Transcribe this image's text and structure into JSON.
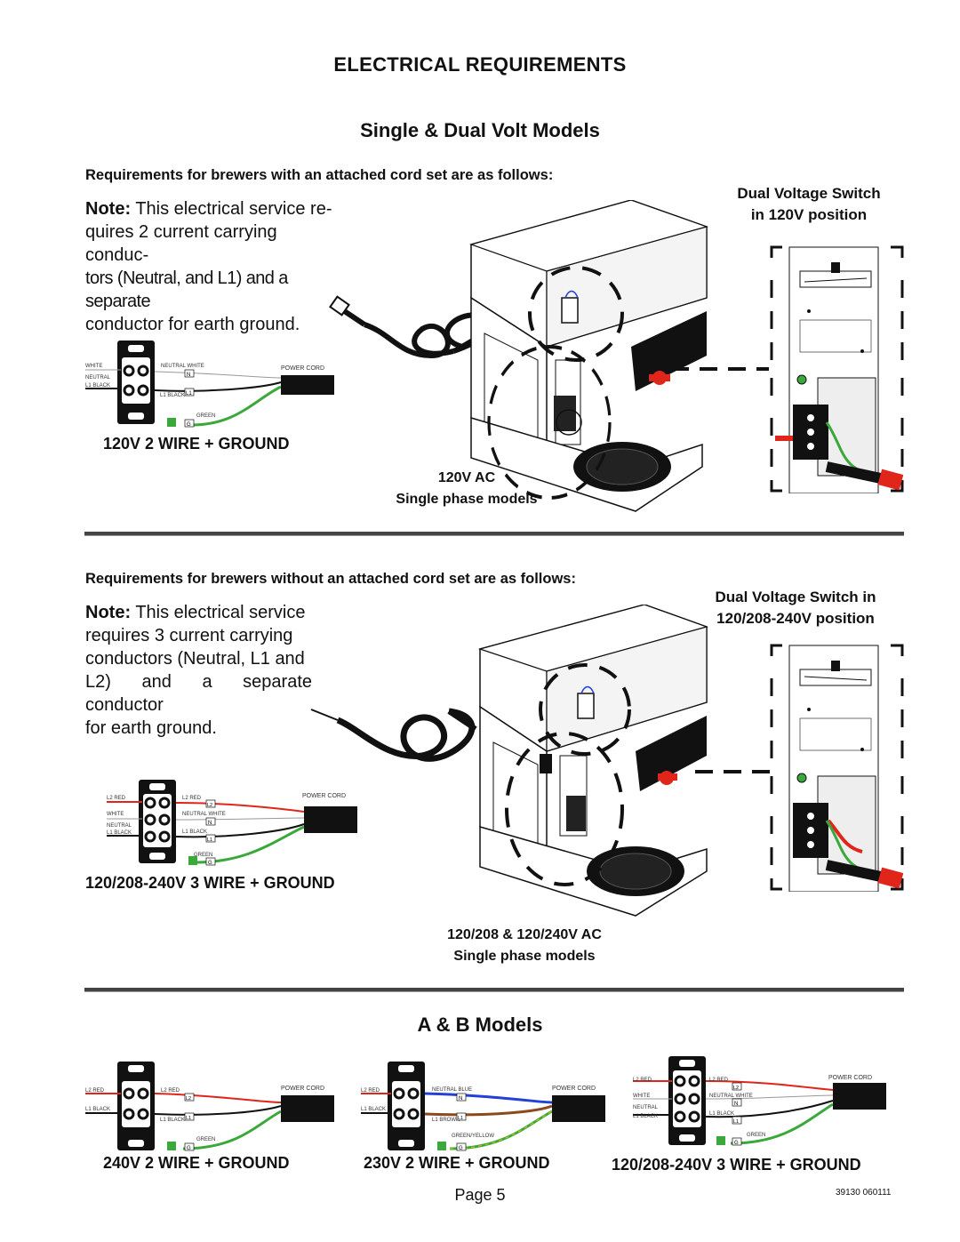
{
  "header": {
    "title": "ELECTRICAL REQUIREMENTS",
    "subtitle": "Single & Dual Volt Models"
  },
  "section1": {
    "requirement": "Requirements for brewers with an attached cord set are as follows:",
    "note_label": "Note:",
    "note_lines": [
      "This electrical service re-",
      "quires 2 current carrying conduc-",
      "tors (Neutral, and L1) and a separate",
      "conductor for earth ground."
    ],
    "wiring_title": "120V 2 WIRE + GROUND",
    "caption_line1": "120V AC",
    "caption_line2": "Single phase models",
    "switch_line1": "Dual Voltage Switch",
    "switch_line2": "in 120V position",
    "wires": {
      "white": "WHITE",
      "neutral": "NEUTRAL",
      "l1_black": "L1 BLACK",
      "neutral_white": "NEUTRAL WHITE",
      "l1_black_right": "L1 BLACK",
      "green": "GREEN",
      "power_cord": "POWER CORD",
      "n": "N",
      "l1": "L1",
      "g": "G"
    }
  },
  "section2": {
    "requirement": "Requirements for brewers without an attached cord set are as follows:",
    "note_label": "Note:",
    "note_lines": [
      "This electrical service",
      "requires 3 current carrying",
      "conductors (Neutral, L1 and",
      "L2) and a separate conductor",
      "for earth ground."
    ],
    "wiring_title": "120/208-240V 3 WIRE + GROUND",
    "caption_line1": "120/208 & 120/240V AC",
    "caption_line2": "Single phase models",
    "switch_line1": "Dual Voltage Switch in",
    "switch_line2": "120/208-240V position",
    "wires": {
      "l2_red": "L2 RED",
      "white": "WHITE",
      "neutral": "NEUTRAL",
      "l1_black": "L1 BLACK",
      "l2_red_right": "L2 RED",
      "neutral_white": "NEUTRAL WHITE",
      "l1_black_right": "L1 BLACK",
      "green": "GREEN",
      "power_cord": "POWER CORD",
      "l2": "L2",
      "n": "N",
      "l1": "L1",
      "g": "G"
    }
  },
  "ab": {
    "title": "A & B Models",
    "d1": {
      "title": "240V 2 WIRE + GROUND",
      "l2_red": "L2 RED",
      "l1_black": "L1 BLACK",
      "l2_red_right": "L2 RED",
      "l1_black_right": "L1 BLACK",
      "green": "GREEN",
      "power_cord": "POWER CORD",
      "l2": "L2",
      "l1": "L1",
      "g": "G"
    },
    "d2": {
      "title": "230V 2 WIRE + GROUND",
      "l2_red": "L2 RED",
      "l1_black": "L1 BLACK",
      "neutral_blue": "NEUTRAL BLUE",
      "l1_brown": "L1 BROWN",
      "green_yellow": "GREEN/YELLOW",
      "power_cord": "POWER CORD",
      "n": "N",
      "l1": "L1",
      "g": "G"
    },
    "d3": {
      "title": "120/208-240V 3 WIRE + GROUND",
      "l2_red": "L2 RED",
      "white": "WHITE",
      "neutral": "NEUTRAL",
      "l1_black": "L1 BLACK",
      "l2_red_right": "L2 RED",
      "neutral_white": "NEUTRAL WHITE",
      "l1_black_right": "L1 BLACK",
      "green": "GREEN",
      "power_cord": "POWER CORD",
      "l2": "L2",
      "n": "N",
      "l1": "L1",
      "g": "G"
    }
  },
  "footer": {
    "page": "Page 5",
    "code": "39130 060111"
  },
  "colors": {
    "red": "#e0251b",
    "green": "#3aa83a",
    "blue": "#2340d8",
    "brown": "#8a4a1c",
    "yellow": "#e8c200"
  }
}
